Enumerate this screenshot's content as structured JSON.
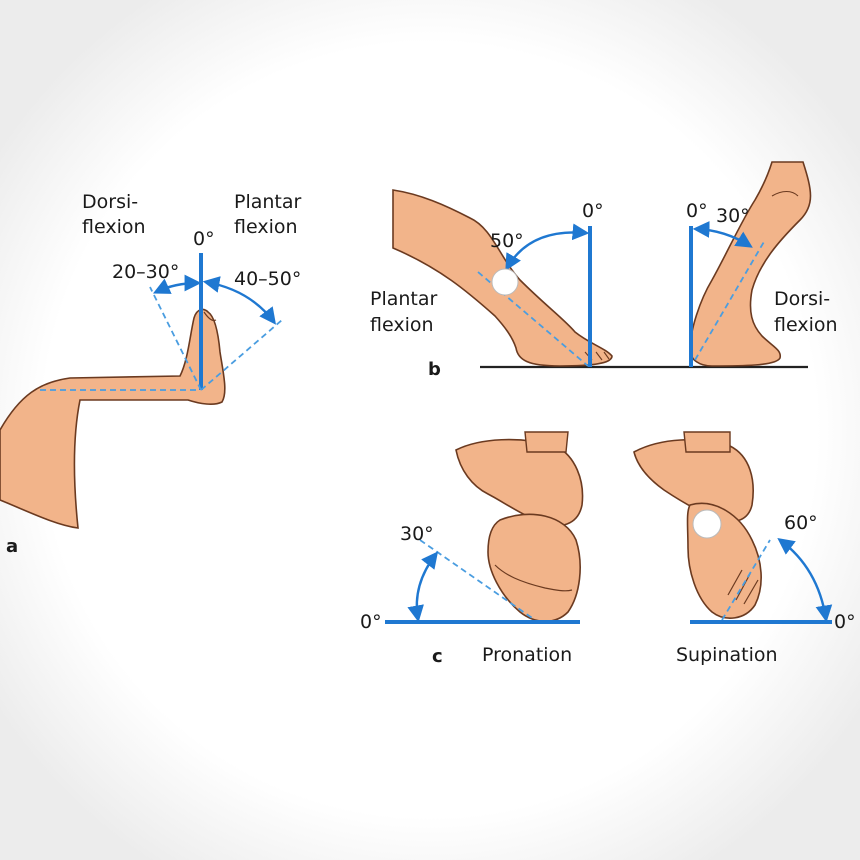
{
  "colors": {
    "background": "#ffffff",
    "frame": "#f3f3f3",
    "skin": "#f2b48a",
    "skin_outline": "#6b3a20",
    "axis_blue": "#1f78d1",
    "dashed_blue": "#4a9de0",
    "ground": "#222222",
    "marker": "#ffffff"
  },
  "panel_a": {
    "letter": "a",
    "dorsi_label_1": "Dorsi-",
    "dorsi_label_2": "flexion",
    "plantar_label_1": "Plantar",
    "plantar_label_2": "flexion",
    "zero": "0°",
    "dorsi_range": "20–30°",
    "plantar_range": "40–50°"
  },
  "panel_b": {
    "letter": "b",
    "plantar_label_1": "Plantar",
    "plantar_label_2": "flexion",
    "plantar_angle": "50°",
    "zero_left": "0°",
    "zero_right": "0°",
    "dorsi_angle": "30°",
    "dorsi_label_1": "Dorsi-",
    "dorsi_label_2": "flexion"
  },
  "panel_c": {
    "letter": "c",
    "pronation_angle": "30°",
    "pronation_zero": "0°",
    "pronation_label": "Pronation",
    "supination_angle": "60°",
    "supination_zero": "0°",
    "supination_label": "Supination"
  }
}
